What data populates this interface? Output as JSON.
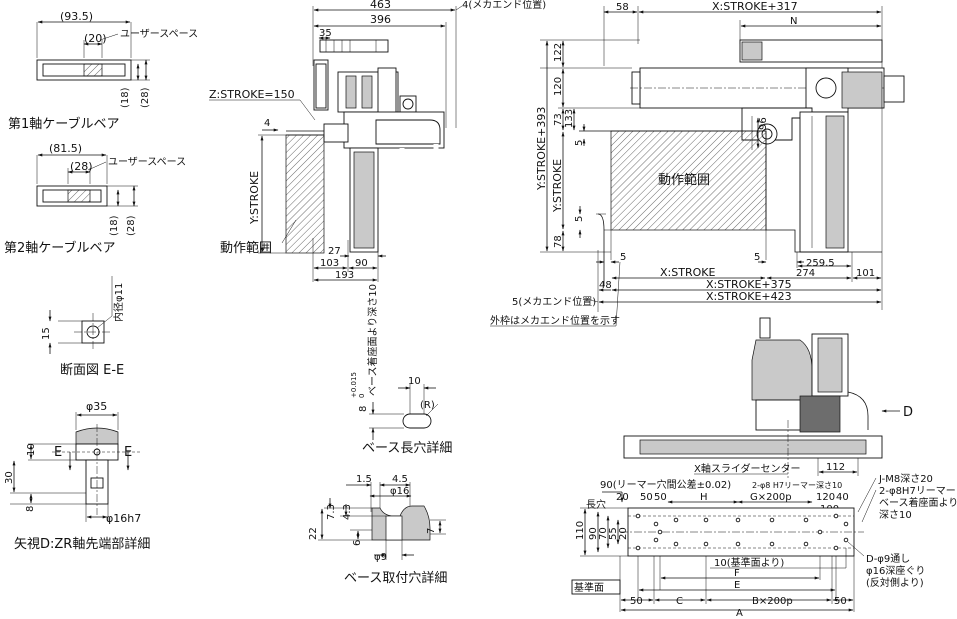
{
  "cable_bear_1": {
    "title": "第1軸ケーブルベア",
    "dim_total": "(93.5)",
    "dim_user": "(20)",
    "label_user_space": "ユーザースペース",
    "dim_h1": "(18)",
    "dim_h2": "(28)"
  },
  "cable_bear_2": {
    "title": "第2軸ケーブルベア",
    "dim_total": "(81.5)",
    "dim_user": "(28)",
    "label_user_space": "ユーザースペース",
    "dim_h1": "(18)",
    "dim_h2": "(28)"
  },
  "section_ee": {
    "title": "断面図 E-E",
    "inner_dia": "内径φ11",
    "dim_15": "15"
  },
  "view_d": {
    "title": "矢視D:ZR軸先端部詳細",
    "dia_35": "φ35",
    "label_e_left": "E",
    "label_e_right": "E",
    "dim_10": "10",
    "dim_30": "30",
    "dim_8": "8",
    "dia_16h7": "φ16h7"
  },
  "side_view": {
    "dim_463": "463",
    "dim_396": "396",
    "dim_mech_end": "4(メカエンド位置)",
    "dim_35": "35",
    "z_stroke": "Z:STROKE=150",
    "dim_4": "4",
    "y_stroke": "Y:STROKE",
    "work_area": "動作範囲",
    "dim_27": "27",
    "dim_103": "103",
    "dim_90": "90",
    "dim_193": "193"
  },
  "slot_detail": {
    "title": "ベース長穴詳細",
    "dim_8": "8",
    "tol_upper": "+0.015",
    "tol_lower": "0",
    "note": "ベース着座面より深さ10",
    "dim_10": "10",
    "radius": "(R)"
  },
  "mount_detail": {
    "title": "ベース取付穴詳細",
    "dim_1_5": "1.5",
    "dim_4_5": "4.5",
    "dia_16": "φ16",
    "dim_7_3": "7.3",
    "dim_4_3": "4.3",
    "dim_22": "22",
    "dim_6": "6",
    "dim_7": "7",
    "dia_9": "φ9"
  },
  "top_view": {
    "dim_58": "58",
    "dim_x_stroke_317": "X:STROKE+317",
    "dim_n": "N",
    "dim_122": "122",
    "dim_120": "120",
    "dim_73": "73",
    "dim_133": "133",
    "dim_5a": "5",
    "dim_96": "96",
    "y_stroke_393": "Y:STROKE+393",
    "y_stroke": "Y:STROKE",
    "work_area": "動作範囲",
    "dim_5b": "5",
    "dim_78": "78",
    "dim_5c": "5",
    "dim_5d": "5",
    "dim_259_5": "259.5",
    "x_stroke": "X:STROKE",
    "dim_274": "274",
    "dim_101": "101",
    "dim_48": "48",
    "x_stroke_375": "X:STROKE+375",
    "x_stroke_423": "X:STROKE+423",
    "mech_end": "5(メカエンド位置)",
    "frame_note": "外枠はメカエンド位置を示す"
  },
  "front_view": {
    "arrow_d": "D",
    "slider_center": "X軸スライダーセンター",
    "dim_112": "112"
  },
  "base_plan": {
    "dim_90_reamer": "90(リーマー穴間公差±0.02)",
    "phi8_reamer": "2-φ8 H7リーマー深さ10",
    "j_m8": "J-M8深さ20",
    "phi8h7": "2-φ8H7リーマー",
    "base_seat": "ベース着座面より",
    "depth10": "深さ10",
    "slot": "長穴",
    "dim_20": "20",
    "dim_50a": "50",
    "dim_50b": "50",
    "dim_h": "H",
    "dim_g": "G×200p",
    "dim_120": "120",
    "dim_40": "40",
    "dim_100": "100",
    "dim_110": "110",
    "dim_90": "90",
    "dim_70": "70",
    "dim_55": "55",
    "dim_20b": "20",
    "d_phi9": "D-φ9通し",
    "phi16_counter": "φ16深座ぐり",
    "opposite": "(反対側より)",
    "ref_from_base": "10(基準面より)",
    "dim_f": "F",
    "dim_e": "E",
    "ref_face": "基準面",
    "dim_50c": "50",
    "dim_c": "C",
    "dim_b": "B×200p",
    "dim_50d": "50",
    "dim_a": "A"
  }
}
